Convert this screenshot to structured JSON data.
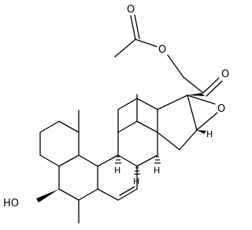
{
  "structure": {
    "atom_labels": {
      "ester_oxygen": "O",
      "ester_carbonyl_oxygen": "O",
      "ketone_oxygen": "O",
      "epoxide_oxygen": "O",
      "hydroxyl": "HO",
      "h_8": "H",
      "h_9": "H",
      "h_14": "H",
      "h_16": "H"
    },
    "colors": {
      "bond": "#000000",
      "background": "#ffffff"
    }
  }
}
